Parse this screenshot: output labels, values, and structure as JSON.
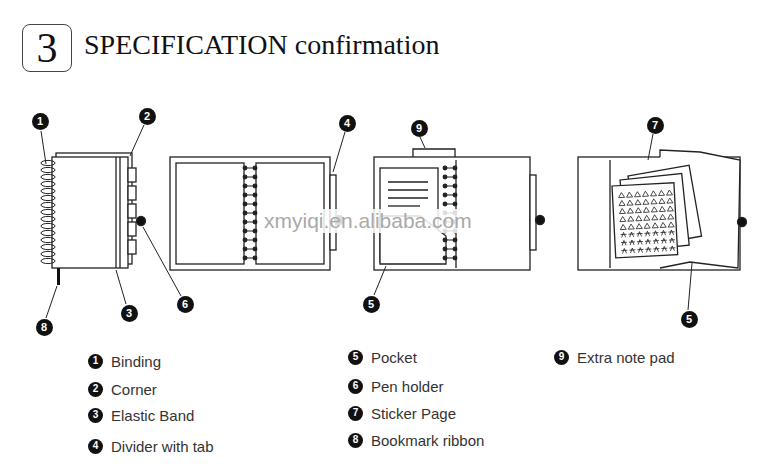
{
  "diagram": {
    "title": "SPECIFICATION confirmation",
    "nodes": [
      {
        "text": [
          "3"
        ]
      },
      {
        "text": [
          "1"
        ]
      },
      {
        "text": [
          "2"
        ]
      },
      {
        "text": [
          "4"
        ]
      },
      {
        "text": [
          "9"
        ]
      },
      {
        "text": [
          "7"
        ]
      },
      {
        "text": [
          "6"
        ]
      },
      {
        "text": [
          "3"
        ]
      },
      {
        "text": [
          "8"
        ]
      },
      {
        "text": [
          "5"
        ]
      },
      {
        "text": [
          "5"
        ]
      },
      {
        "text": [
          "1",
          "Binding"
        ]
      },
      {
        "text": [
          "2",
          "Corner"
        ]
      },
      {
        "text": [
          "3",
          "Elastic Band"
        ]
      },
      {
        "text": [
          "4",
          "Divider with tab"
        ]
      },
      {
        "text": [
          "5",
          "Pocket"
        ]
      },
      {
        "text": [
          "6",
          "Pen holder"
        ]
      },
      {
        "text": [
          "7",
          "Sticker Page"
        ]
      },
      {
        "text": [
          "8",
          "Bookmark ribbon"
        ]
      },
      {
        "text": [
          "9",
          "Extra note pad"
        ]
      }
    ],
    "labels": [
      "xmyiqi.en.alibaba.com"
    ]
  }
}
